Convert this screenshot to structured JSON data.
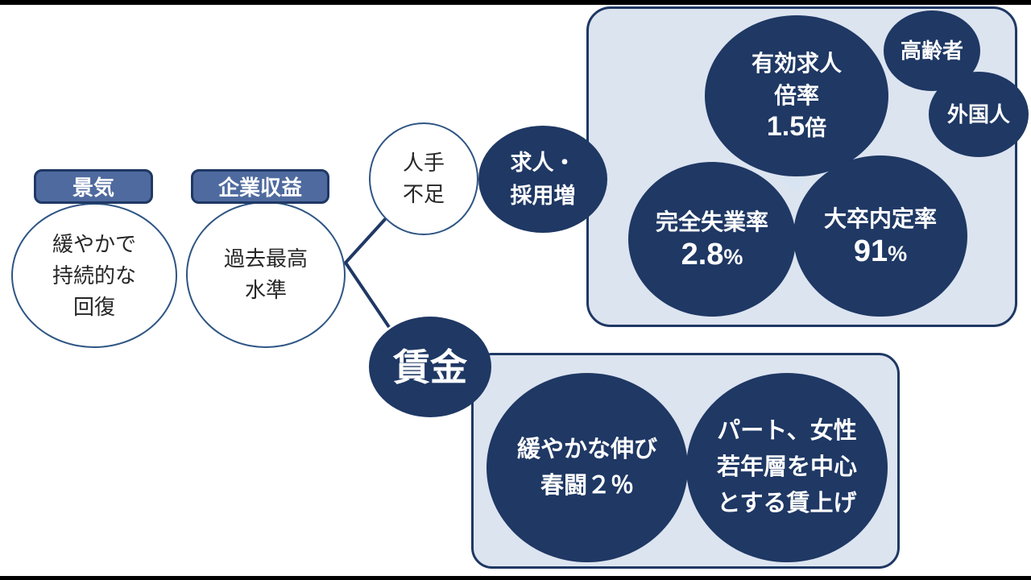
{
  "colors": {
    "navy": "#1f3864",
    "panel_fill": "#dce4f0",
    "tag_fill": "#4f6a9e",
    "light_circle_border": "#2e5584",
    "triangle": "#d8e4f2",
    "letterbox": "#000000"
  },
  "left_flow": {
    "keiki": {
      "tag": "景気",
      "lines": [
        "緩やかで",
        "持続的な",
        "回復"
      ]
    },
    "kigyo": {
      "tag": "企業収益",
      "lines": [
        "過去最高",
        "水準"
      ]
    },
    "hitode": {
      "lines": [
        "人手",
        "不足"
      ]
    },
    "kyujin": {
      "lines": [
        "求人・",
        "採用増"
      ]
    },
    "chingin": {
      "label": "賃金"
    }
  },
  "employment_panel": {
    "yuko": {
      "lines": [
        "有効求人",
        "倍率"
      ],
      "value": "1.5",
      "unit": "倍"
    },
    "korei": {
      "label": "高齢者"
    },
    "gaikoku": {
      "label": "外国人"
    },
    "shitsugyo": {
      "title": "完全失業率",
      "value": "2.8",
      "unit": "%"
    },
    "naitei": {
      "title": "大卒内定率",
      "value": "91",
      "unit": "%"
    }
  },
  "wage_panel": {
    "nobi": {
      "lines": [
        "緩やかな伸び",
        "春闘２％"
      ]
    },
    "part": {
      "lines": [
        "パート、女性",
        "若年層を中心",
        "とする賃上げ"
      ]
    }
  }
}
